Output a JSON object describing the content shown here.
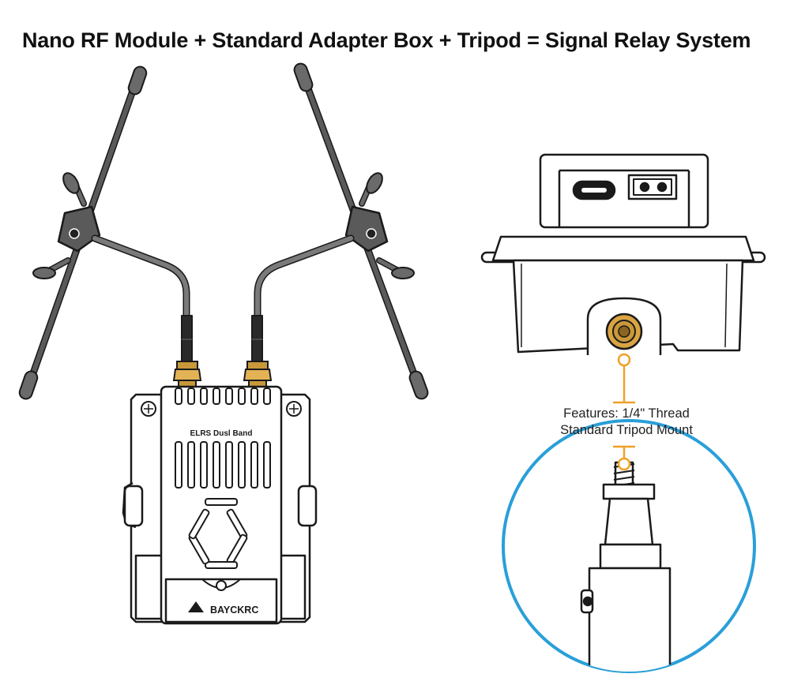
{
  "title": "Nano RF Module + Standard Adapter Box + Tripod = Signal Relay System",
  "module": {
    "label": "ELRS Dusl Band",
    "brand": "BAYCKRC"
  },
  "callout": {
    "line1": "Features: 1/4\" Thread",
    "line2": "Standard Tripod Mount"
  },
  "colors": {
    "accent_orange": "#f0a028",
    "zoom_circle_blue": "#2a9fd8",
    "antenna_gray": "#5a5a5a",
    "connector_gold": "#d9a441",
    "outline": "#1a1a1a"
  },
  "icons": [
    "antenna-icon",
    "sma-connector-icon",
    "usb-c-port-icon",
    "power-terminal-icon",
    "tripod-thread-icon",
    "bayckrc-logo-icon"
  ]
}
